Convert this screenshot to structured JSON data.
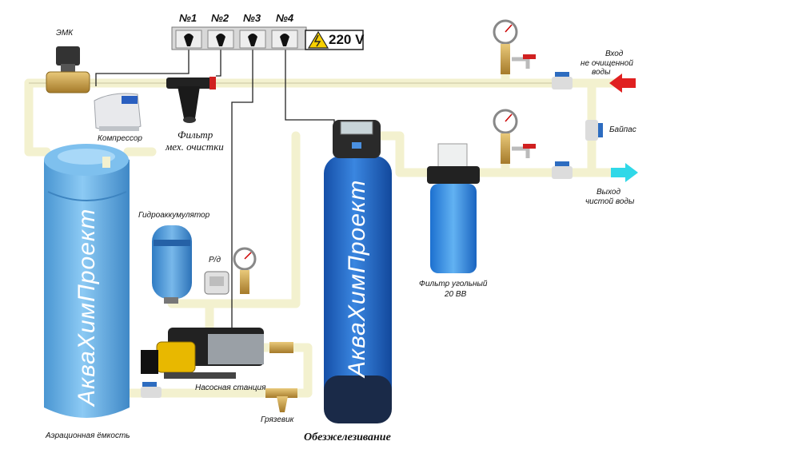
{
  "sockets": {
    "s1": "№1",
    "s2": "№2",
    "s3": "№3",
    "s4": "№4",
    "voltage": "220 V"
  },
  "labels": {
    "emk": "ЭМК",
    "compressor": "Компрессор",
    "mech_filter_1": "Фильтр",
    "mech_filter_2": "мех. очистки",
    "hydro": "Гидроаккумулятор",
    "pressure_switch": "Р/д",
    "pump_station": "Насосная станция",
    "mud_trap": "Грязевик",
    "aeration_tank": "Аэрационная ёмкость",
    "deironing": "Обезжелезивание",
    "carbon_filter_1": "Фильтр угольный",
    "carbon_filter_2": "20 ВВ",
    "inlet_1": "Вход",
    "inlet_2": "не очищенной",
    "inlet_3": "воды",
    "bypass": "Байпас",
    "outlet_1": "Выход",
    "outlet_2": "чистой воды"
  },
  "brand": {
    "tank_text": "АкваХимПроект",
    "column_text": "АкваХимПроект"
  },
  "colors": {
    "pipe": "#f3f1cf",
    "tank_blue": "#5ba8e0",
    "column_blue": "#1f64c4",
    "inlet_arrow": "#e02020",
    "outlet_arrow": "#30d8e8",
    "valve_blue": "#2d6cc0",
    "pump_yellow": "#e8b800"
  },
  "icons": [
    "warning-bolt-icon",
    "inlet-arrow-icon",
    "outlet-arrow-icon",
    "pressure-gauge-icon"
  ]
}
